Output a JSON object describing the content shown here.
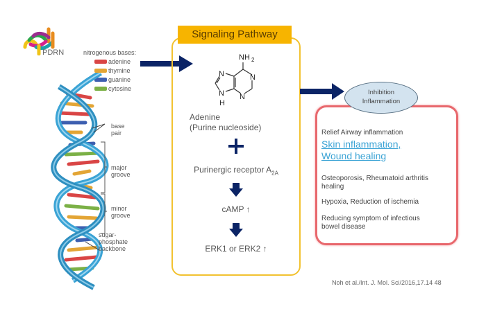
{
  "logo": {
    "label": "PDRN"
  },
  "legend": {
    "title": "nitrogenous bases:",
    "items": [
      {
        "label": "adenine",
        "color": "#d94545"
      },
      {
        "label": "thymine",
        "color": "#e3a535"
      },
      {
        "label": "guanine",
        "color": "#3d5fb0"
      },
      {
        "label": "cytosine",
        "color": "#7bb046"
      }
    ]
  },
  "dna_labels": {
    "base_pair": [
      "base",
      "pair"
    ],
    "major_groove": [
      "major",
      "groove"
    ],
    "minor_groove": [
      "minor",
      "groove"
    ],
    "backbone": [
      "sugar-",
      "phosphate",
      "backbone"
    ]
  },
  "pathway": {
    "title": "Signaling Pathway",
    "molecule": {
      "nh2": "NH",
      "nh2_sub": "2",
      "atoms": [
        "N",
        "N",
        "N",
        "N",
        "H"
      ]
    },
    "adenine_name": "Adenine",
    "adenine_desc": "(Purine nucleoside)",
    "plus": "+",
    "receptor": "Purinergic receptor A",
    "receptor_sub": "2A",
    "camp": "cAMP ↑",
    "erk": "ERK1 or ERK2 ↑"
  },
  "outcome": {
    "ellipse_line1": "Inhibition",
    "ellipse_line2": "Inflammation",
    "effects": [
      "Relief Airway inflammation",
      "Osteoporosis, Rheumatoid arthritis healing",
      "Hypoxia, Reduction of ischemia",
      "Reducing symptom of infectious bowel disease"
    ],
    "highlight_line1": "Skin inflammation,",
    "highlight_line2": "Wound healing"
  },
  "citation": "Noh et  al./Int. J. Mol. Sci/2016,17.14 48",
  "colors": {
    "arrow": "#0b2466",
    "pathway_border": "#f2c230",
    "pathway_title_bg": "#f7b400",
    "effects_border": "#e8686d",
    "dna_backbone": "#3aa3d5",
    "link": "#3aa3d5"
  }
}
